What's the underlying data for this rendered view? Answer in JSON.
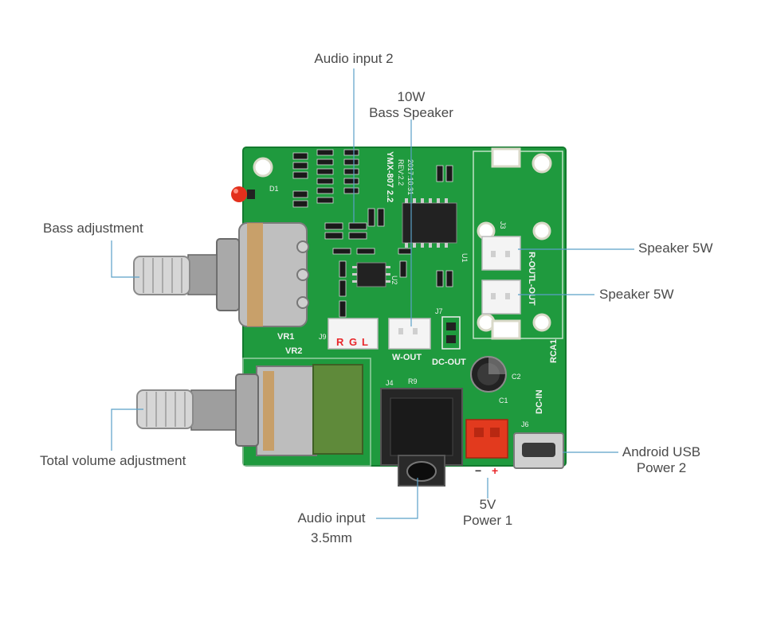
{
  "callouts": {
    "audio_input_2": "Audio input 2",
    "bass_speaker_line1": "10W",
    "bass_speaker_line2": "Bass Speaker",
    "bass_adjustment": "Bass adjustment",
    "speaker_5w_a": "Speaker 5W",
    "speaker_5w_b": "Speaker 5W",
    "total_volume_adjustment": "Total volume adjustment",
    "android_usb_line1": "Android USB",
    "android_usb_line2": "Power 2",
    "audio_input_line1": "Audio input",
    "audio_input_line2": "3.5mm",
    "power1_line1": "5V",
    "power1_line2": "Power 1"
  },
  "board": {
    "model": "YMX-807 2.2",
    "rev": "REV:2.2",
    "date": "2017.10.31",
    "pot1": "VR1",
    "pot2": "VR2",
    "input_r": "R",
    "input_g": "G",
    "input_l": "L",
    "w_out": "W-OUT",
    "dc_out": "DC-OUT",
    "l_out": "L-OUT",
    "r_out": "R-OUT",
    "rca": "RCA1",
    "dc_in": "DC-IN",
    "j3": "J3",
    "j4": "J4",
    "j6": "J6",
    "j7": "J7",
    "j9": "J9",
    "r9": "R9",
    "c1": "C1",
    "c2": "C2",
    "d1": "D1",
    "u1": "U1",
    "u2": "U2",
    "minus": "−",
    "plus": "+"
  },
  "colors": {
    "pcb": "#1f9a3e",
    "pcb_dark": "#137a2e",
    "callout_line": "#5aa0c8",
    "text": "#4a4a4a",
    "red_connector": "#e23a1e"
  }
}
